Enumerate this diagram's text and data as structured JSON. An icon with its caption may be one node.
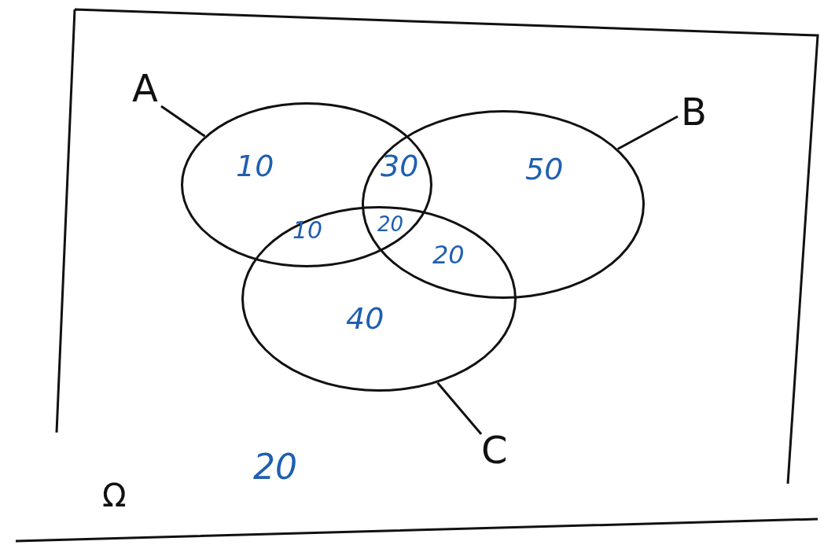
{
  "diagram": {
    "nodes": [
      {
        "text": [
          "A"
        ]
      },
      {
        "text": [],
        "shape": "circle"
      },
      {
        "text": [
          "B"
        ]
      },
      {
        "text": [],
        "shape": "circle"
      },
      {
        "text": [
          "C"
        ]
      },
      {
        "text": [],
        "shape": "circle"
      }
    ],
    "edges": [
      {
        "from": 0,
        "to": 1,
        "arrow": "none"
      },
      {
        "from": 2,
        "to": 3,
        "arrow": "none"
      },
      {
        "from": 4,
        "to": 5,
        "arrow": "none"
      }
    ],
    "labels": [
      "10",
      "30",
      "50",
      "20",
      "10",
      "20",
      "40",
      "20",
      "Ω"
    ]
  }
}
